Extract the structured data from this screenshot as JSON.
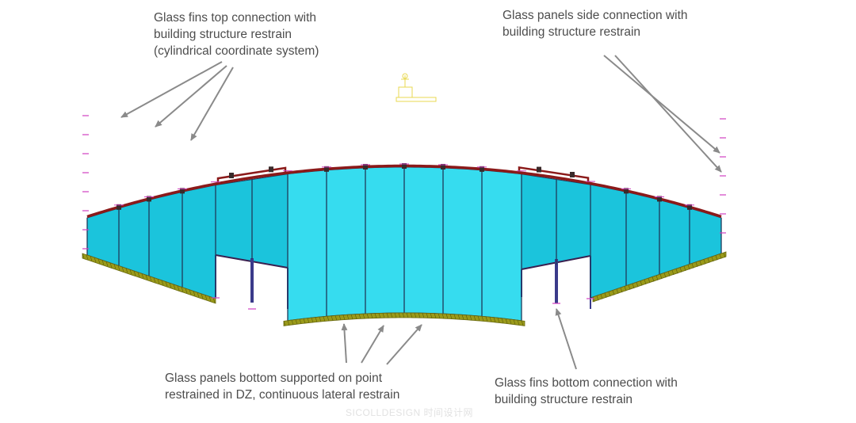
{
  "annotations": {
    "top_left": "Glass fins top connection with\nbuilding structure restrain\n(cylindrical coordinate system)",
    "top_right": "Glass panels side connection with\nbuilding structure restrain",
    "bottom_left": "Glass panels bottom supported on point\nrestrained in DZ, continuous lateral restrain",
    "bottom_right": "Glass fins bottom connection with\nbuilding structure restrain"
  },
  "watermark": "SICOLLDESIGN 时间设计网",
  "colors": {
    "glass": "#1bc4dc",
    "glass_light": "#36dcef",
    "fin_line": "#1f3a5a",
    "top_beam": "#8b1a1a",
    "bottom_support": "#9a9a1a",
    "restraint_marker": "#d040c0",
    "arrow": "#8a8a8a",
    "text": "#4d4d4d"
  }
}
